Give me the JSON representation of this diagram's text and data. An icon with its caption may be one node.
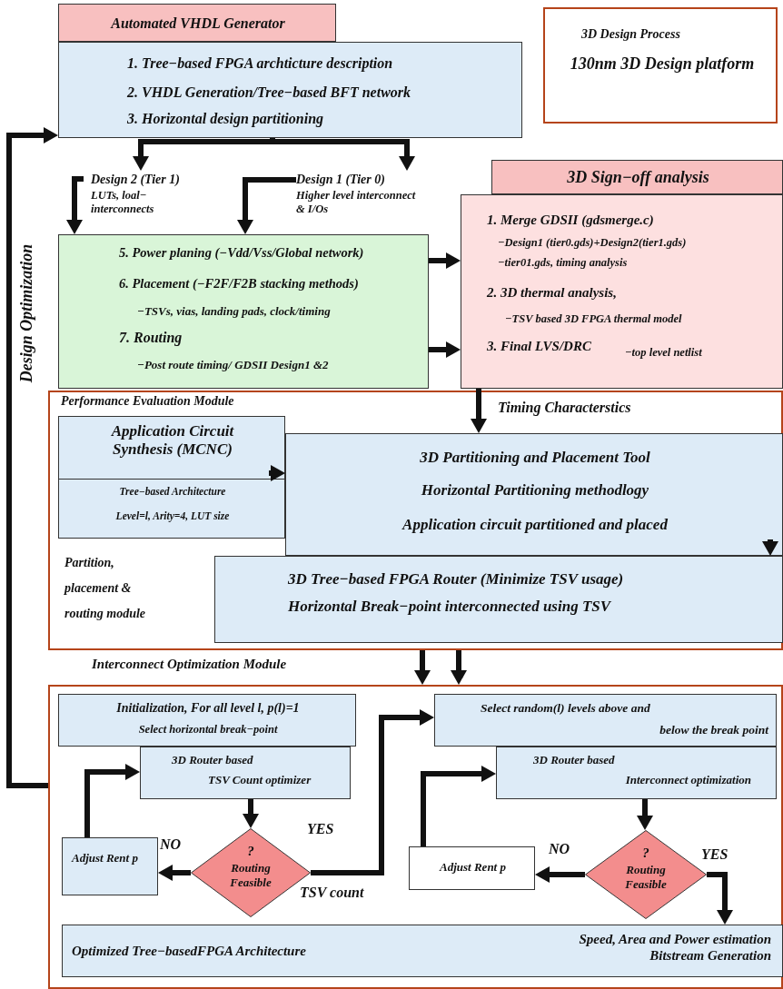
{
  "diagram": {
    "nodes": [
      {
        "text": [
          "Automated VHDL Generator"
        ]
      },
      {
        "text": [
          "1. Tree−based FPGA archticture description",
          "2. VHDL Generation/Tree−based BFT network",
          "3. Horizontal design partitioning"
        ]
      },
      {
        "text": [
          "3D Design Process",
          "130nm 3D Design platform"
        ]
      },
      {
        "text": [
          "Design 2 (Tier 1)",
          "LUTs, loal− interconnects"
        ]
      },
      {
        "text": [
          "Design 1 (Tier 0)",
          "Higher level interconnect & I/Os"
        ]
      },
      {
        "text": [
          "5. Power planing (−Vdd/Vss/Global network)",
          "6. Placement (−F2F/F2B stacking methods)",
          "−TSVs, vias, landing pads, clock/timing",
          "7. Routing",
          "−Post route timing/ GDSII Design1 &2"
        ]
      },
      {
        "text": [
          "3D Sign−off analysis"
        ]
      },
      {
        "text": [
          "1. Merge GDSII (gdsmerge.c)",
          "−Design1 (tier0.gds)+Design2(tier1.gds)",
          "−tier01.gds, timing analysis",
          "2. 3D thermal analysis,",
          "−TSV based 3D FPGA thermal model",
          "3. Final LVS/DRC",
          "−top level netlist"
        ]
      },
      {
        "text": [
          "Performance Evaluation Module",
          "Partition, placement & routing module"
        ]
      },
      {
        "text": [
          "Application Circuit Synthesis (MCNC)",
          "Tree−based Architecture",
          "Level=l, Arity=4, LUT size"
        ],
        "in": 8
      },
      {
        "text": [
          "3D Partitioning and Placement Tool",
          "Horizontal Partitioning methodlogy",
          "Application circuit partitioned and placed"
        ],
        "in": 8
      },
      {
        "text": [
          "3D Tree−based FPGA Router (Minimize TSV usage)",
          "Horizontal Break−point interconnected using TSV"
        ],
        "in": 8
      },
      {
        "text": [
          "Interconnect Optimization Module"
        ]
      },
      {
        "text": [
          "Initialization, For all level l, p(l)=1",
          "Select horizontal break−point"
        ],
        "in": 12
      },
      {
        "text": [
          "3D Router based",
          "TSV Count optimizer"
        ],
        "in": 12
      },
      {
        "text": [
          "?",
          "Routing Feasible"
        ],
        "in": 12
      },
      {
        "text": [
          "Adjust Rent p"
        ],
        "in": 12
      },
      {
        "text": [
          "Select random(l) levels above and",
          "below the break point"
        ],
        "in": 12
      },
      {
        "text": [
          "3D Router based",
          "Interconnect optimization"
        ],
        "in": 12
      },
      {
        "text": [
          "?",
          "Routing Feasible"
        ],
        "in": 12
      },
      {
        "text": [
          "Adjust Rent p"
        ],
        "in": 12
      },
      {
        "text": [
          "Optimized Tree−basedFPGA Architecture",
          "Speed, Area and Power estimation Bitstream Generation"
        ],
        "in": 12
      }
    ],
    "edges": [
      {
        "from": 1,
        "to": 3,
        "arrow": "to"
      },
      {
        "from": 1,
        "to": 4,
        "arrow": "to"
      },
      {
        "from": 3,
        "to": 5,
        "arrow": "to"
      },
      {
        "from": 4,
        "to": 5,
        "arrow": "to"
      },
      {
        "from": 5,
        "to": 7,
        "arrow": "to"
      },
      {
        "from": 5,
        "to": 7,
        "arrow": "to"
      },
      {
        "from": 7,
        "to": 10,
        "arrow": "to",
        "label": "Timing Characterstics"
      },
      {
        "from": 9,
        "to": 10,
        "arrow": "to"
      },
      {
        "from": 10,
        "to": 11,
        "arrow": "to"
      },
      {
        "from": 8,
        "to": 12,
        "arrow": "to"
      },
      {
        "from": 8,
        "to": 12,
        "arrow": "to"
      },
      {
        "from": 12,
        "to": 1,
        "arrow": "to",
        "label": "Design Optimization"
      },
      {
        "from": 14,
        "to": 15,
        "arrow": "to"
      },
      {
        "from": 15,
        "to": 16,
        "arrow": "to",
        "label": "NO"
      },
      {
        "from": 16,
        "to": 14,
        "arrow": "to"
      },
      {
        "from": 15,
        "to": 17,
        "arrow": "to",
        "label": "YES"
      },
      {
        "from": 18,
        "to": 19,
        "arrow": "to"
      },
      {
        "from": 19,
        "to": 20,
        "arrow": "to",
        "label": "NO"
      },
      {
        "from": 20,
        "to": 18,
        "arrow": "to"
      },
      {
        "from": 19,
        "to": 21,
        "arrow": "to",
        "label": "YES"
      }
    ],
    "labels": [
      "TSV count"
    ]
  }
}
